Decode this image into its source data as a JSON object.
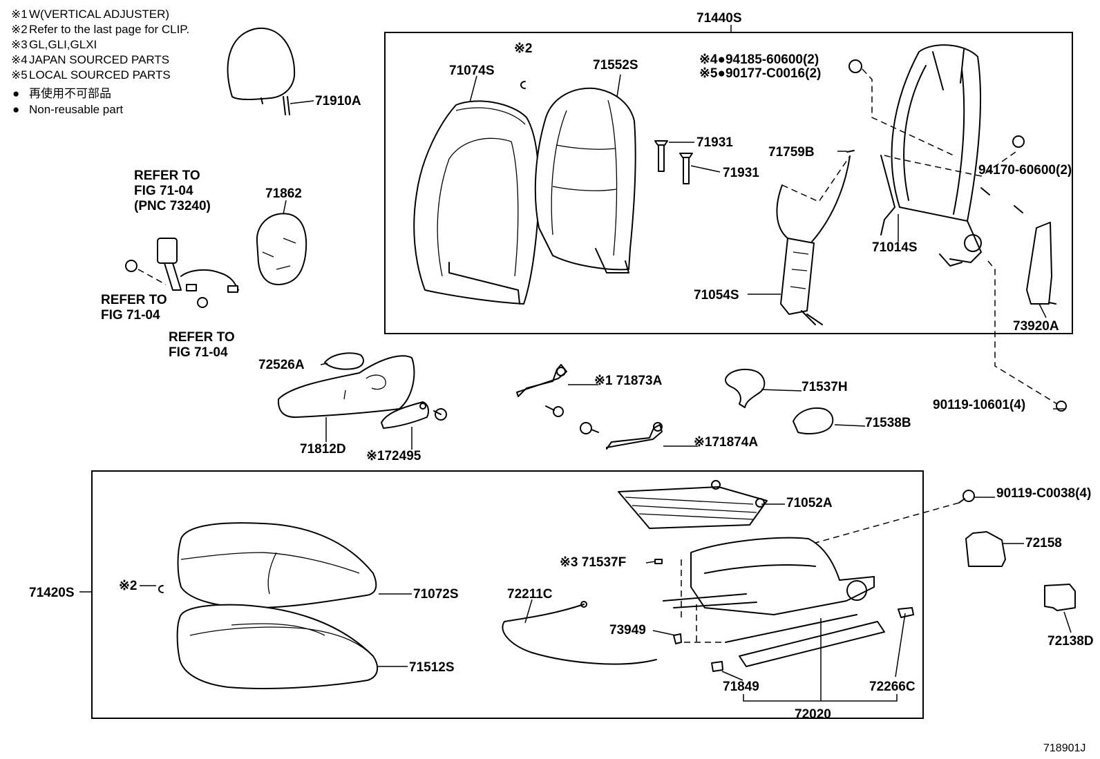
{
  "notes": [
    {
      "mark": "※1",
      "text": "W(VERTICAL ADJUSTER)"
    },
    {
      "mark": "※2",
      "text": "Refer to the last page for CLIP."
    },
    {
      "mark": "※3",
      "text": "GL,GLI,GLXI"
    },
    {
      "mark": "※4",
      "text": "JAPAN SOURCED PARTS"
    },
    {
      "mark": "※5",
      "text": "LOCAL SOURCED PARTS"
    },
    {
      "mark": "●",
      "text": "再使用不可部品"
    },
    {
      "mark": "●",
      "text": "Non-reusable part"
    }
  ],
  "refer": {
    "upper_lines": [
      "REFER TO",
      "FIG 71-04",
      "(PNC 73240)"
    ],
    "left_lines": [
      "REFER TO",
      "FIG 71-04"
    ],
    "right_lines": [
      "REFER TO",
      "FIG 71-04"
    ]
  },
  "parts": {
    "p71440S": "71440S",
    "p71074S": "71074S",
    "p71552S": "71552S",
    "clip_mark_top": "※2",
    "p94185": "※4●94185-60600(2)",
    "p90177": "※5●90177-C0016(2)",
    "p71931a": "71931",
    "p71931b": "71931",
    "p71759B": "71759B",
    "p94170": "94170-60600(2)",
    "p71014S": "71014S",
    "p71054S": "71054S",
    "p73920A": "73920A",
    "p71910A": "71910A",
    "p71862": "71862",
    "p72526A": "72526A",
    "p71812D": "71812D",
    "p72495": "※172495",
    "p71873A": "※1 71873A",
    "p71874A": "※171874A",
    "p71537H": "71537H",
    "p71538B": "71538B",
    "p90119_10601": "90119-10601(4)",
    "p90119_C0038": "90119-C0038(4)",
    "p71052A": "71052A",
    "p72158": "72158",
    "p72138D": "72138D",
    "p71537F": "※3 71537F",
    "p71420S": "71420S",
    "clip_mark_bottom": "※2",
    "p71072S": "71072S",
    "p71512S": "71512S",
    "p72211C": "72211C",
    "p73949": "73949",
    "p71849": "71849",
    "p72266C": "72266C",
    "p72020": "72020"
  },
  "figure_code": "718901J"
}
